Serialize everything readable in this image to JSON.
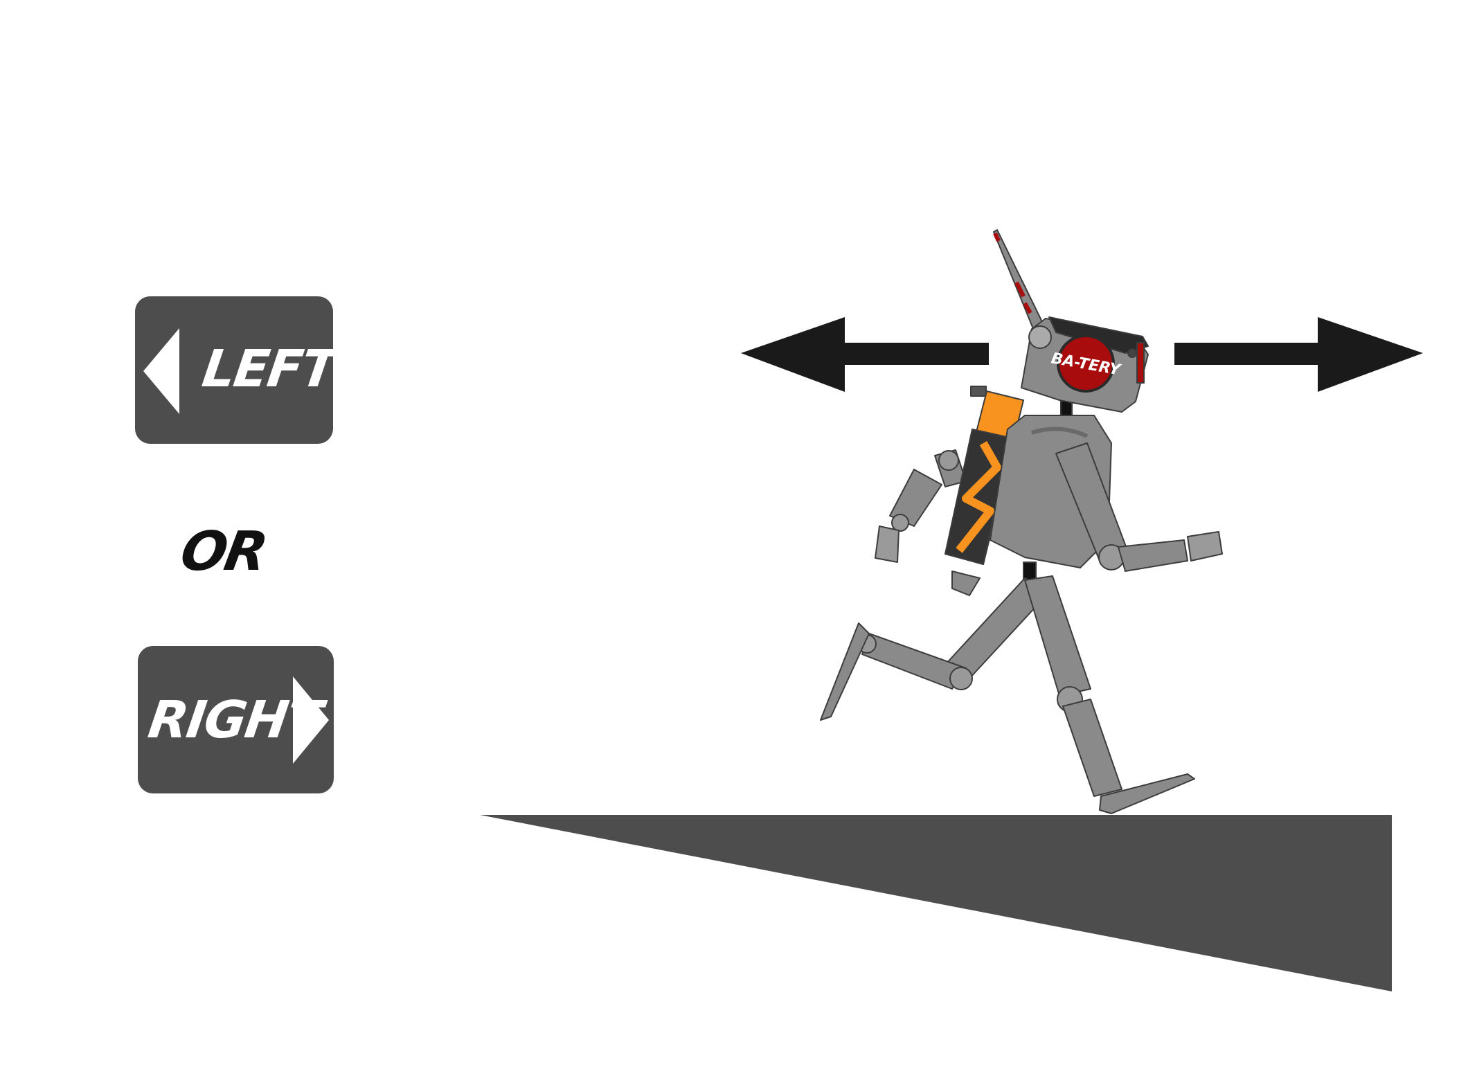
{
  "controls": {
    "left_label": "LEFT",
    "or_label": "OR",
    "right_label": "RIGHT",
    "left_icon": "triangle-left-icon",
    "right_icon": "triangle-right-icon"
  },
  "character": {
    "badge_text": "BA-TERY"
  },
  "colors": {
    "button_bg": "#4d4d4d",
    "arrow": "#1a1a1a",
    "ground": "#4d4d4d",
    "robot_gray": "#8a8a8a",
    "battery_orange": "#f7931e",
    "badge_red": "#a80c0c"
  }
}
